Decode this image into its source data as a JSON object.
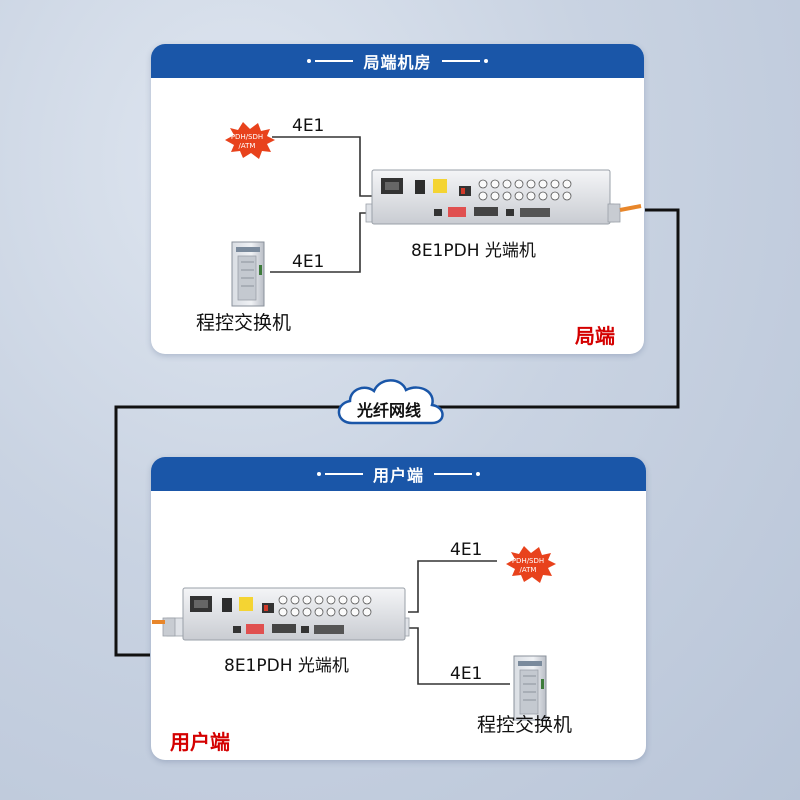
{
  "top_card": {
    "header": "局端机房",
    "link_a": "4E1",
    "link_b": "4E1",
    "burst_lines": [
      "PDH/SDH",
      "/ATM"
    ],
    "device_name": "8E1PDH 光端机",
    "pbx_name": "程控交换机",
    "corner_label": "局端"
  },
  "fiber_label": "光纤网线",
  "bottom_card": {
    "header": "用户端",
    "link_a": "4E1",
    "link_b": "4E1",
    "burst_lines": [
      "PDH/SDH",
      "/ATM"
    ],
    "device_name": "8E1PDH 光端机",
    "pbx_name": "程控交换机",
    "corner_label": "用户端"
  },
  "colors": {
    "header_blue": "#1a56a8",
    "corner_red": "#d40000",
    "burst_red": "#e8421c",
    "fiber_orange": "#e8862a"
  }
}
